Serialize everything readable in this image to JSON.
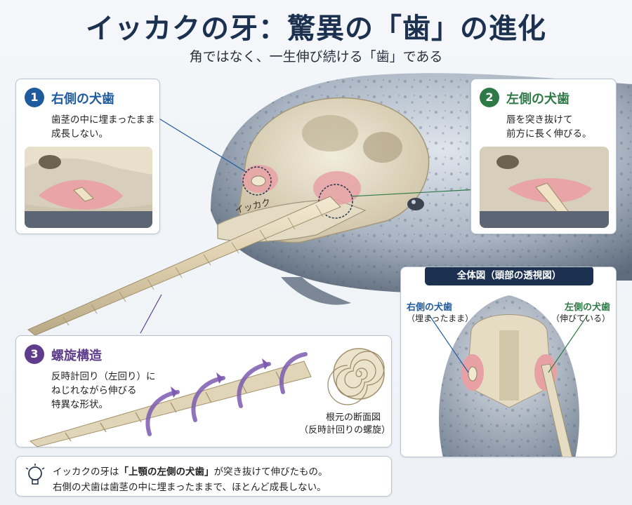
{
  "title": "イッカクの牙：驚異の「歯」の進化",
  "subtitle": "角ではなく、一生伸び続ける「歯」である",
  "skull_label": "イッカク",
  "panels": [
    {
      "number": "1",
      "title": "右側の犬歯",
      "line1": "歯茎の中に埋まったまま",
      "line2": "成長しない。",
      "accent": "#1f5a9e"
    },
    {
      "number": "2",
      "title": "左側の犬歯",
      "line1": "唇を突き抜けて",
      "line2": "前方に長く伸びる。",
      "accent": "#2e7a46"
    },
    {
      "number": "3",
      "title": "螺旋構造",
      "line1": "反時計回り（左回り）に",
      "line2": "ねじれながら伸びる",
      "line3": "特異な形状。",
      "accent": "#5f3d8c"
    }
  ],
  "cross_section": {
    "line1": "根元の断面図",
    "line2": "（反時計回りの螺旋）"
  },
  "overview": {
    "header": "全体図（頭部の透視図）",
    "right_label": "右側の犬歯",
    "right_sub": "（埋まったまま）",
    "left_label": "左側の犬歯",
    "left_sub": "（伸びている）"
  },
  "note": {
    "line1_pre": "イッカクの牙は",
    "line1_bold": "「上顎の左側の犬歯」",
    "line1_post": "が突き抜けて伸びたもの。",
    "line2": "右側の犬歯は歯茎の中に埋まったままで、ほとんど成長しない。",
    "icon": "lightbulb-icon"
  },
  "colors": {
    "navy": "#1c3150",
    "blue": "#1f5a9e",
    "green": "#2e7a46",
    "purple": "#5f3d8c",
    "gum": "#e39a9c",
    "ivory": "#e6dcc4"
  }
}
